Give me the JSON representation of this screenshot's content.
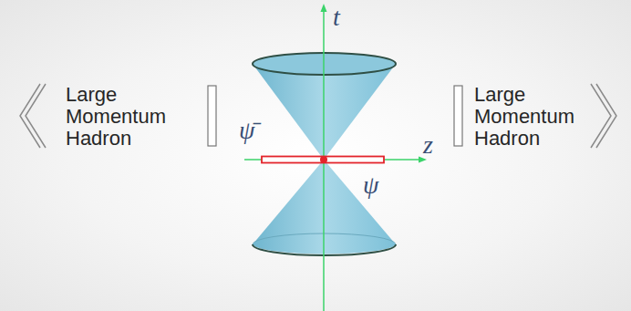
{
  "diagram": {
    "labels": [
      "Large Momentum Hadron",
      "t",
      "ψ̄",
      "z",
      "ψ",
      "Large Momentum Hadron"
    ]
  }
}
